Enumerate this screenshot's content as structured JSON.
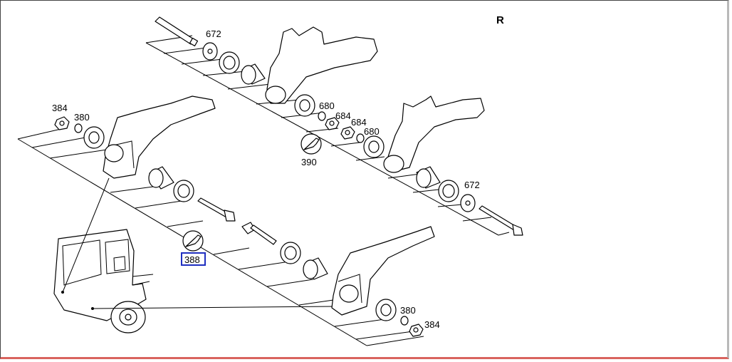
{
  "view_marker": "R",
  "callouts": [
    {
      "id": "c672a",
      "text": "672"
    },
    {
      "id": "c680a",
      "text": "680"
    },
    {
      "id": "c684a",
      "text": "684"
    },
    {
      "id": "c684b",
      "text": "684"
    },
    {
      "id": "c680b",
      "text": "680"
    },
    {
      "id": "c390",
      "text": "390"
    },
    {
      "id": "c672b",
      "text": "672"
    },
    {
      "id": "c384a",
      "text": "384"
    },
    {
      "id": "c380a",
      "text": "380"
    },
    {
      "id": "c388",
      "text": "388"
    },
    {
      "id": "c380b",
      "text": "380"
    },
    {
      "id": "c384b",
      "text": "384"
    }
  ],
  "colors": {
    "line": "#000000",
    "highlight": "#1f2fc0",
    "frame_right": "#b9b9b9",
    "frame_bottom": "#d9645e"
  },
  "icons": {
    "tool": "wrench-icon"
  }
}
